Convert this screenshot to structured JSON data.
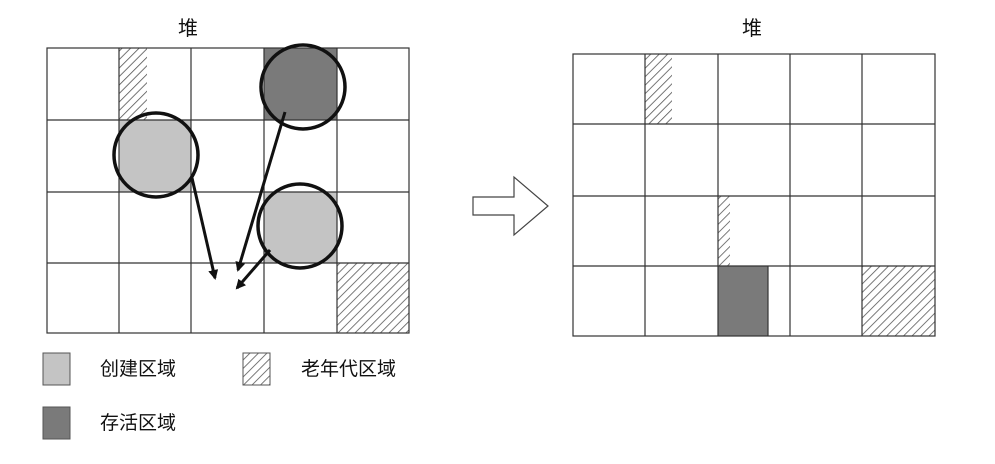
{
  "left_heap": {
    "title": "堆"
  },
  "right_heap": {
    "title": "堆"
  },
  "legend": {
    "creation_label": "创建区域",
    "old_gen_label": "老年代区域",
    "survivor_label": "存活区域"
  },
  "colors": {
    "creation": "#c4c4c4",
    "survivor": "#7a7a7a",
    "old_gen_hatch": "#555555",
    "grid_line": "#333333",
    "arrow": "#111111"
  }
}
